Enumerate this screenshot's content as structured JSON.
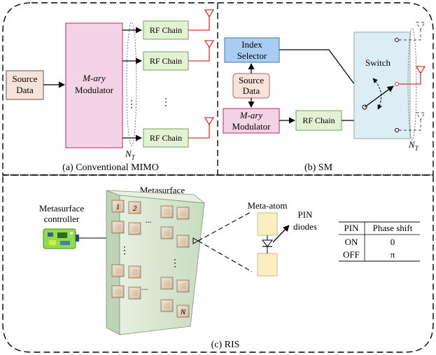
{
  "panels": {
    "a_caption": "(a) Conventional MIMO",
    "b_caption": "(b) SM",
    "c_caption": "(c) RIS"
  },
  "mimo": {
    "source_data": [
      "Source",
      "Data"
    ],
    "modulator": [
      "M-ary",
      "Modulator"
    ],
    "rf_chain": "RF Chain",
    "nt": "N",
    "nt_sub": "T",
    "dots": "⋮"
  },
  "sm": {
    "index_selector": [
      "Index",
      "Selector"
    ],
    "source_data": [
      "Source",
      "Data"
    ],
    "modulator": [
      "M-ary",
      "Modulator"
    ],
    "rf_chain": "RF Chain",
    "switch": "Switch",
    "nt": "N",
    "nt_sub": "T"
  },
  "ris": {
    "metasurface": "Metasurface",
    "controller": [
      "Metasurface",
      "controller"
    ],
    "meta_atom": "Meta-atom",
    "pin_diodes": [
      "PIN",
      "diodes"
    ],
    "element_first": "1",
    "element_second": "2",
    "element_last": "N",
    "hdots": "...",
    "vdots": "⋮",
    "table": {
      "headers": [
        "PIN",
        "Phase shift"
      ],
      "rows": [
        [
          "ON",
          "0"
        ],
        [
          "OFF",
          "π"
        ]
      ]
    }
  },
  "colors": {
    "modulator_fill": "#f4d4e4",
    "rf_fill": "#e4f2d4",
    "source_fill": "#f9e2d8",
    "index_fill": "#a9cdf2",
    "switch_fill": "#dcedf6",
    "metasurface_fill": "#dbe9d6",
    "atom_fill": "#fbefc2",
    "antenna_active": "#e0302c"
  }
}
